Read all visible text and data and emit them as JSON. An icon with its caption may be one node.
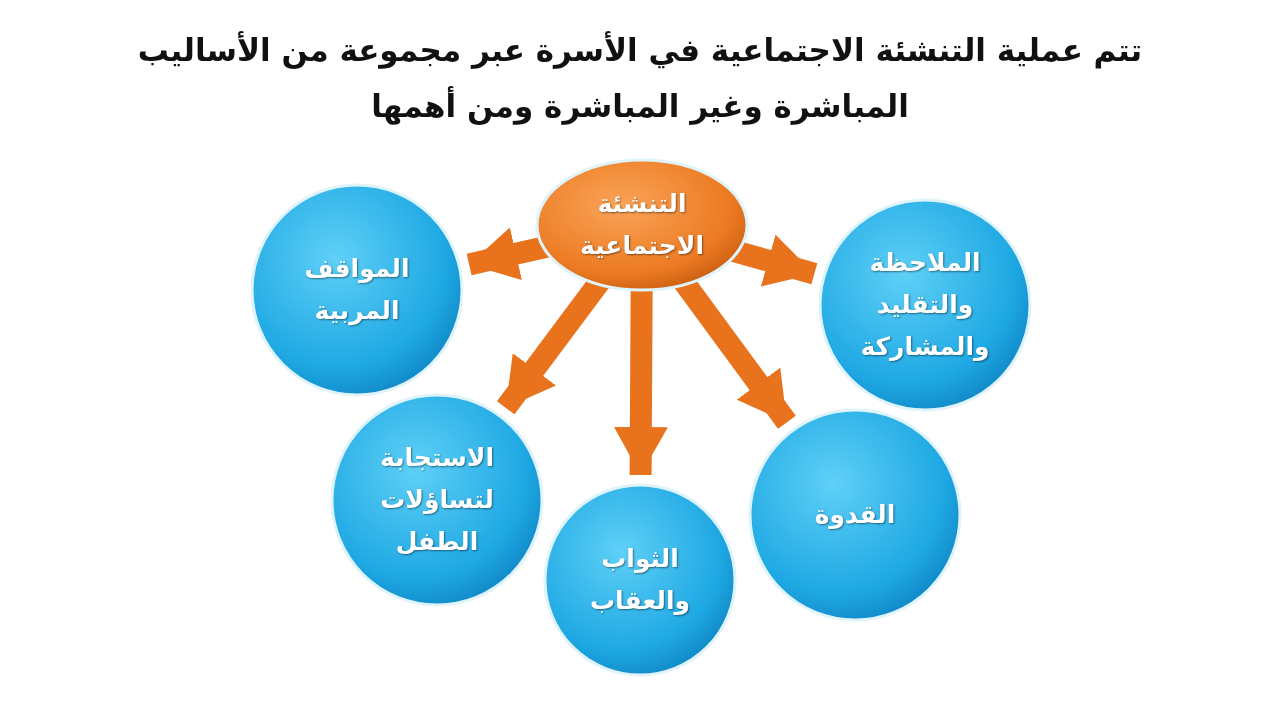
{
  "diagram": {
    "title": "تتم عملية التنشئة الاجتماعية في الأسرة عبر مجموعة من الأساليب المباشرة وغير المباشرة ومن أهمها",
    "nodes": [
      {
        "text": [
          "التنشئة الاجتماعية"
        ]
      },
      {
        "text": [
          "المواقف المربية"
        ]
      },
      {
        "text": [
          "الملاحظة والتقليد والمشاركة"
        ]
      },
      {
        "text": [
          "الاستجابة لتساؤلات الطفل"
        ]
      },
      {
        "text": [
          "الثواب والعقاب"
        ]
      },
      {
        "text": [
          "القدوة"
        ]
      }
    ],
    "edges": [
      {
        "from": 0,
        "to": 1,
        "arrow": "to"
      },
      {
        "from": 0,
        "to": 2,
        "arrow": "to"
      },
      {
        "from": 0,
        "to": 3,
        "arrow": "to"
      },
      {
        "from": 0,
        "to": 4,
        "arrow": "to"
      },
      {
        "from": 0,
        "to": 5,
        "arrow": "to"
      }
    ]
  }
}
